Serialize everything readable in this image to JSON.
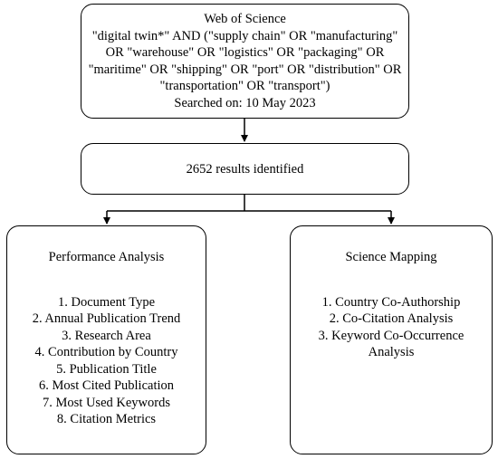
{
  "search_box": {
    "title": "Web of Science",
    "query_lines": [
      "\"digital twin*\" AND (\"supply chain\" OR \"manufacturing\"",
      "OR \"warehouse\" OR \"logistics\" OR \"packaging\" OR",
      "\"maritime\" OR \"shipping\" OR \"port\" OR \"distribution\" OR",
      "\"transportation\" OR \"transport\")"
    ],
    "searched_on": "Searched on: 10 May 2023"
  },
  "results_box": {
    "text": "2652 results identified"
  },
  "performance_analysis": {
    "title": "Performance Analysis",
    "items": [
      "1. Document Type",
      "2. Annual Publication Trend",
      "3. Research Area",
      "4. Contribution by Country",
      "5. Publication Title",
      "6. Most Cited Publication",
      "7. Most Used Keywords",
      "8. Citation Metrics"
    ]
  },
  "science_mapping": {
    "title": "Science Mapping",
    "items": [
      "1. Country Co-Authorship",
      "2. Co-Citation Analysis",
      "3. Keyword Co-Occurrence Analysis"
    ]
  },
  "colors": {
    "stroke": "#000000",
    "background": "#ffffff"
  }
}
